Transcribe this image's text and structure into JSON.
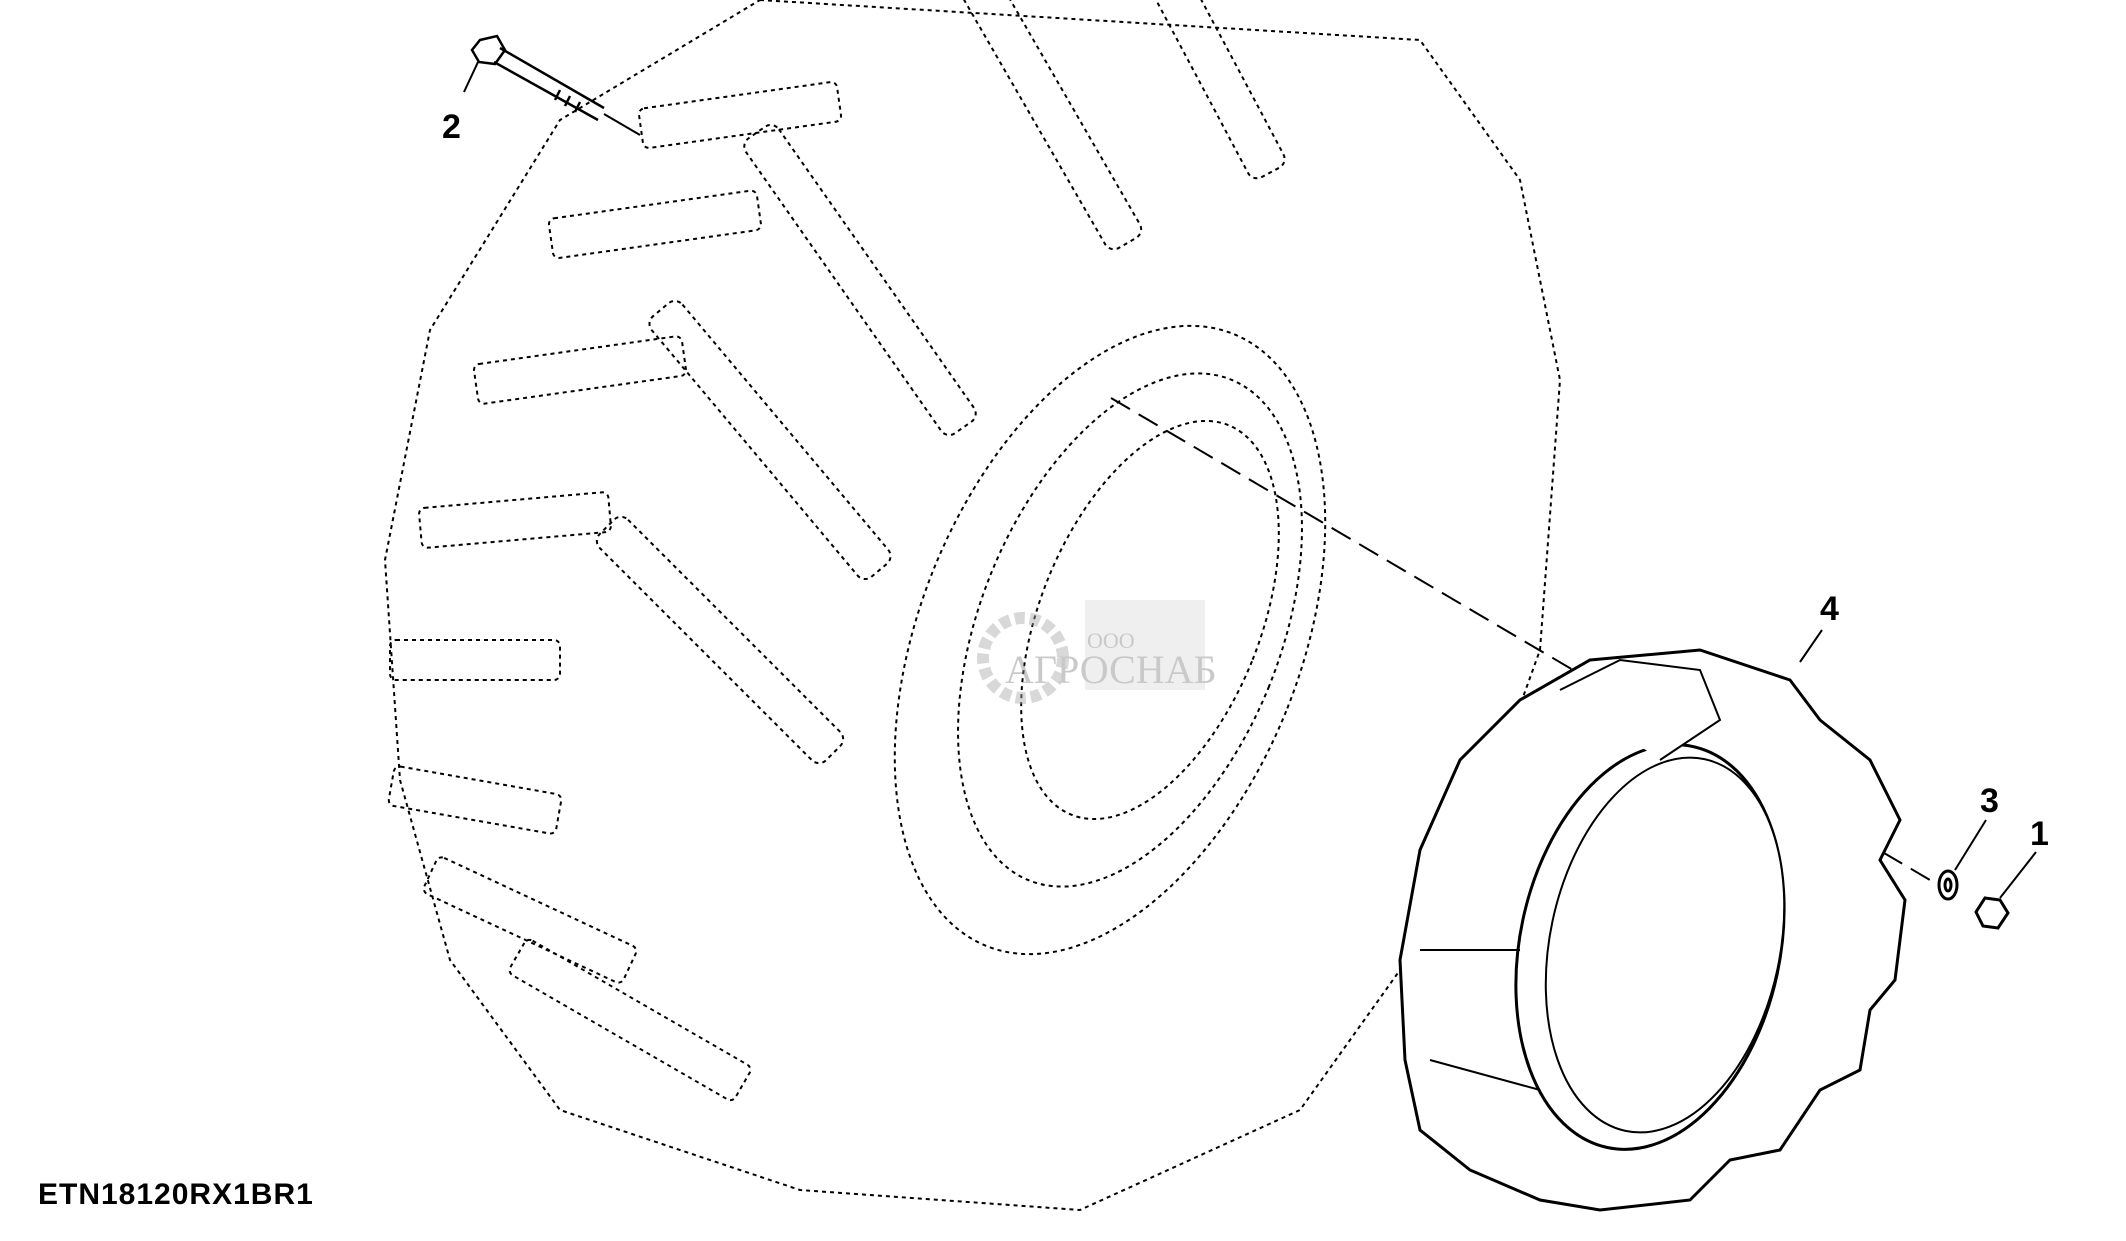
{
  "callouts": {
    "bolt": "2",
    "weight": "4",
    "washer": "3",
    "nut": "1"
  },
  "figure_code": "ETN18120RX1BR1",
  "watermark": {
    "prefix": "ООО",
    "name": "АГРОСНАБ"
  }
}
